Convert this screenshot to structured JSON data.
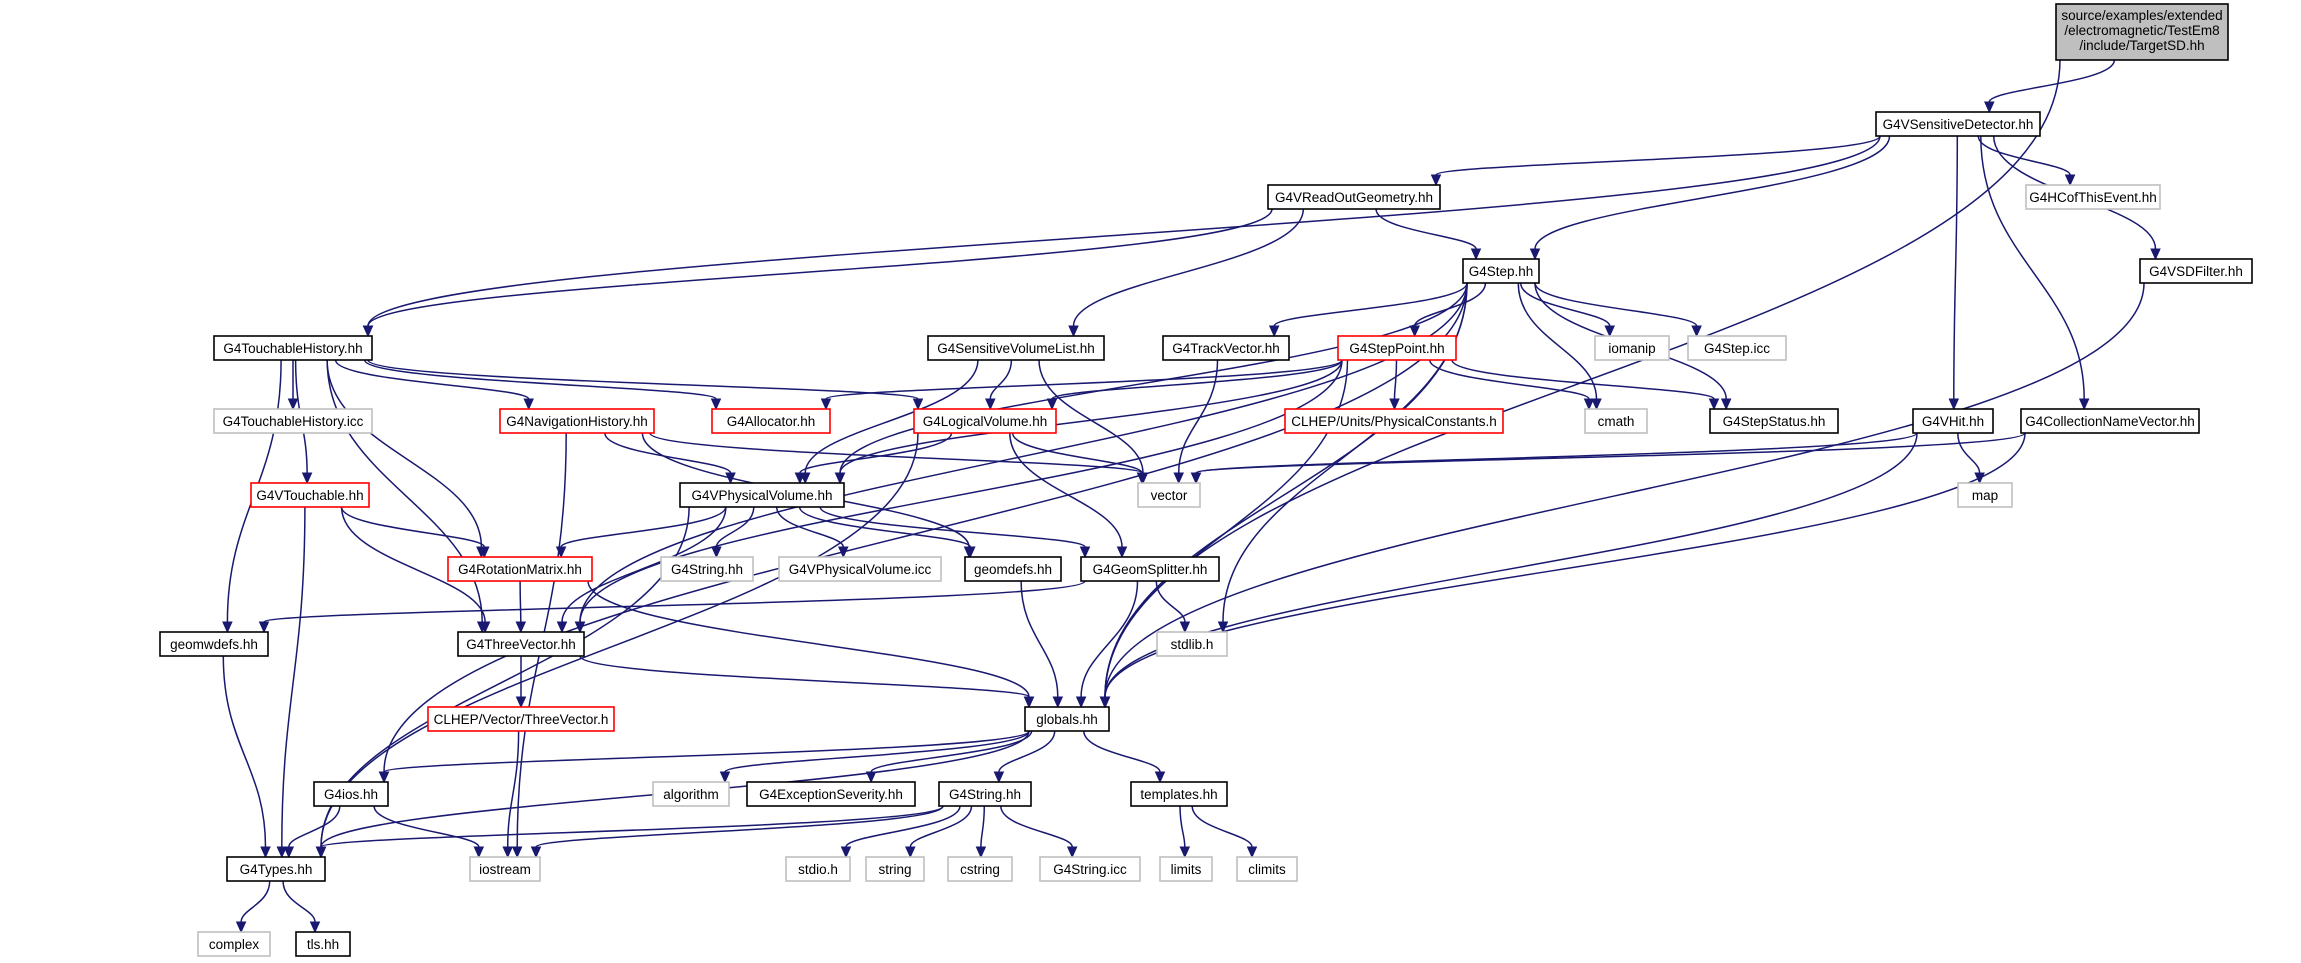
{
  "graph": {
    "root_lines": [
      "source/examples/extended",
      "/electromagnetic/TestEm8",
      "/include/TargetSD.hh"
    ],
    "nodes": [
      {
        "id": "root",
        "label": "source/examples/extended/electromagnetic/TestEm8/include/TargetSD.hh",
        "style": "root"
      },
      {
        "id": "sensdet",
        "label": "G4VSensitiveDetector.hh",
        "style": "include"
      },
      {
        "id": "readout",
        "label": "G4VReadOutGeometry.hh",
        "style": "include"
      },
      {
        "id": "hcof",
        "label": "G4HCofThisEvent.hh",
        "style": "missing"
      },
      {
        "id": "sdfilter",
        "label": "G4VSDFilter.hh",
        "style": "include"
      },
      {
        "id": "step",
        "label": "G4Step.hh",
        "style": "include"
      },
      {
        "id": "touchhist",
        "label": "G4TouchableHistory.hh",
        "style": "include"
      },
      {
        "id": "sensvollist",
        "label": "G4SensitiveVolumeList.hh",
        "style": "include"
      },
      {
        "id": "trackvec",
        "label": "G4TrackVector.hh",
        "style": "include"
      },
      {
        "id": "steppoint",
        "label": "G4StepPoint.hh",
        "style": "red"
      },
      {
        "id": "iomanip",
        "label": "iomanip",
        "style": "missing"
      },
      {
        "id": "stepicc",
        "label": "G4Step.icc",
        "style": "missing"
      },
      {
        "id": "touchhisticc",
        "label": "G4TouchableHistory.icc",
        "style": "missing"
      },
      {
        "id": "navhist",
        "label": "G4NavigationHistory.hh",
        "style": "red"
      },
      {
        "id": "allocator",
        "label": "G4Allocator.hh",
        "style": "red"
      },
      {
        "id": "logvol",
        "label": "G4LogicalVolume.hh",
        "style": "red"
      },
      {
        "id": "physconst",
        "label": "CLHEP/Units/PhysicalConstants.h",
        "style": "red"
      },
      {
        "id": "cmath",
        "label": "cmath",
        "style": "missing"
      },
      {
        "id": "stepstatus",
        "label": "G4StepStatus.hh",
        "style": "include"
      },
      {
        "id": "vhit",
        "label": "G4VHit.hh",
        "style": "include"
      },
      {
        "id": "collname",
        "label": "G4CollectionNameVector.hh",
        "style": "include"
      },
      {
        "id": "vtouchable",
        "label": "G4VTouchable.hh",
        "style": "red"
      },
      {
        "id": "physvol",
        "label": "G4VPhysicalVolume.hh",
        "style": "include"
      },
      {
        "id": "vector",
        "label": "vector",
        "style": "missing"
      },
      {
        "id": "map",
        "label": "map",
        "style": "missing"
      },
      {
        "id": "rotmat",
        "label": "G4RotationMatrix.hh",
        "style": "red"
      },
      {
        "id": "g4string_gray",
        "label": "G4String.hh",
        "style": "missing"
      },
      {
        "id": "physvolicc",
        "label": "G4VPhysicalVolume.icc",
        "style": "missing"
      },
      {
        "id": "geomdefs",
        "label": "geomdefs.hh",
        "style": "include"
      },
      {
        "id": "geomsplitter",
        "label": "G4GeomSplitter.hh",
        "style": "include"
      },
      {
        "id": "geomwdefs",
        "label": "geomwdefs.hh",
        "style": "include"
      },
      {
        "id": "threevec",
        "label": "G4ThreeVector.hh",
        "style": "include"
      },
      {
        "id": "stdlib",
        "label": "stdlib.h",
        "style": "missing"
      },
      {
        "id": "clhepthreevec",
        "label": "CLHEP/Vector/ThreeVector.h",
        "style": "red"
      },
      {
        "id": "globals",
        "label": "globals.hh",
        "style": "include"
      },
      {
        "id": "g4ios",
        "label": "G4ios.hh",
        "style": "include"
      },
      {
        "id": "algorithm",
        "label": "algorithm",
        "style": "missing"
      },
      {
        "id": "excsev",
        "label": "G4ExceptionSeverity.hh",
        "style": "include"
      },
      {
        "id": "g4string",
        "label": "G4String.hh",
        "style": "include"
      },
      {
        "id": "templates",
        "label": "templates.hh",
        "style": "include"
      },
      {
        "id": "g4types",
        "label": "G4Types.hh",
        "style": "include"
      },
      {
        "id": "iostream",
        "label": "iostream",
        "style": "missing"
      },
      {
        "id": "stdio",
        "label": "stdio.h",
        "style": "missing"
      },
      {
        "id": "string",
        "label": "string",
        "style": "missing"
      },
      {
        "id": "cstring",
        "label": "cstring",
        "style": "missing"
      },
      {
        "id": "g4stringicc",
        "label": "G4String.icc",
        "style": "missing"
      },
      {
        "id": "limits",
        "label": "limits",
        "style": "missing"
      },
      {
        "id": "climits",
        "label": "climits",
        "style": "missing"
      },
      {
        "id": "complex",
        "label": "complex",
        "style": "missing"
      },
      {
        "id": "tls",
        "label": "tls.hh",
        "style": "include"
      }
    ],
    "edges": [
      [
        "root",
        "sensdet"
      ],
      [
        "root",
        "globals"
      ],
      [
        "sensdet",
        "readout"
      ],
      [
        "sensdet",
        "hcof"
      ],
      [
        "sensdet",
        "sdfilter"
      ],
      [
        "sensdet",
        "step"
      ],
      [
        "sensdet",
        "touchhist"
      ],
      [
        "sensdet",
        "vhit"
      ],
      [
        "sensdet",
        "collname"
      ],
      [
        "readout",
        "step"
      ],
      [
        "readout",
        "touchhist"
      ],
      [
        "readout",
        "sensvollist"
      ],
      [
        "sdfilter",
        "globals"
      ],
      [
        "step",
        "trackvec"
      ],
      [
        "step",
        "steppoint"
      ],
      [
        "step",
        "iomanip"
      ],
      [
        "step",
        "stepicc"
      ],
      [
        "step",
        "stepstatus"
      ],
      [
        "step",
        "cmath"
      ],
      [
        "step",
        "stdlib"
      ],
      [
        "step",
        "globals"
      ],
      [
        "step",
        "physvol"
      ],
      [
        "step",
        "threevec"
      ],
      [
        "step",
        "g4ios"
      ],
      [
        "touchhist",
        "touchhisticc"
      ],
      [
        "touchhist",
        "navhist"
      ],
      [
        "touchhist",
        "allocator"
      ],
      [
        "touchhist",
        "logvol"
      ],
      [
        "touchhist",
        "vtouchable"
      ],
      [
        "touchhist",
        "rotmat"
      ],
      [
        "touchhist",
        "threevec"
      ],
      [
        "touchhist",
        "geomwdefs"
      ],
      [
        "sensvollist",
        "logvol"
      ],
      [
        "sensvollist",
        "physvol"
      ],
      [
        "sensvollist",
        "vector"
      ],
      [
        "trackvec",
        "vector"
      ],
      [
        "steppoint",
        "physconst"
      ],
      [
        "steppoint",
        "cmath"
      ],
      [
        "steppoint",
        "stepstatus"
      ],
      [
        "steppoint",
        "allocator"
      ],
      [
        "steppoint",
        "logvol"
      ],
      [
        "steppoint",
        "physvol"
      ],
      [
        "steppoint",
        "threevec"
      ],
      [
        "steppoint",
        "globals"
      ],
      [
        "navhist",
        "physvol"
      ],
      [
        "navhist",
        "geomdefs"
      ],
      [
        "navhist",
        "vector"
      ],
      [
        "navhist",
        "iostream"
      ],
      [
        "logvol",
        "physvol"
      ],
      [
        "logvol",
        "vector"
      ],
      [
        "logvol",
        "geomsplitter"
      ],
      [
        "logvol",
        "g4types"
      ],
      [
        "vhit",
        "vector"
      ],
      [
        "vhit",
        "map"
      ],
      [
        "vhit",
        "globals"
      ],
      [
        "collname",
        "vector"
      ],
      [
        "collname",
        "globals"
      ],
      [
        "vtouchable",
        "rotmat"
      ],
      [
        "vtouchable",
        "threevec"
      ],
      [
        "vtouchable",
        "g4types"
      ],
      [
        "physvol",
        "rotmat"
      ],
      [
        "physvol",
        "threevec"
      ],
      [
        "physvol",
        "g4string_gray"
      ],
      [
        "physvol",
        "physvolicc"
      ],
      [
        "physvol",
        "geomdefs"
      ],
      [
        "physvol",
        "geomsplitter"
      ],
      [
        "physvol",
        "g4types"
      ],
      [
        "rotmat",
        "threevec"
      ],
      [
        "rotmat",
        "globals"
      ],
      [
        "geomdefs",
        "globals"
      ],
      [
        "geomsplitter",
        "stdlib"
      ],
      [
        "geomsplitter",
        "globals"
      ],
      [
        "geomsplitter",
        "geomwdefs"
      ],
      [
        "geomwdefs",
        "g4types"
      ],
      [
        "threevec",
        "clhepthreevec"
      ],
      [
        "threevec",
        "globals"
      ],
      [
        "clhepthreevec",
        "iostream"
      ],
      [
        "globals",
        "g4ios"
      ],
      [
        "globals",
        "algorithm"
      ],
      [
        "globals",
        "excsev"
      ],
      [
        "globals",
        "g4string"
      ],
      [
        "globals",
        "templates"
      ],
      [
        "globals",
        "g4types"
      ],
      [
        "g4ios",
        "g4types"
      ],
      [
        "g4ios",
        "iostream"
      ],
      [
        "g4string",
        "stdio"
      ],
      [
        "g4string",
        "string"
      ],
      [
        "g4string",
        "cstring"
      ],
      [
        "g4string",
        "g4stringicc"
      ],
      [
        "g4string",
        "g4types"
      ],
      [
        "g4string",
        "iostream"
      ],
      [
        "templates",
        "limits"
      ],
      [
        "templates",
        "climits"
      ],
      [
        "g4types",
        "complex"
      ],
      [
        "g4types",
        "tls"
      ]
    ]
  }
}
